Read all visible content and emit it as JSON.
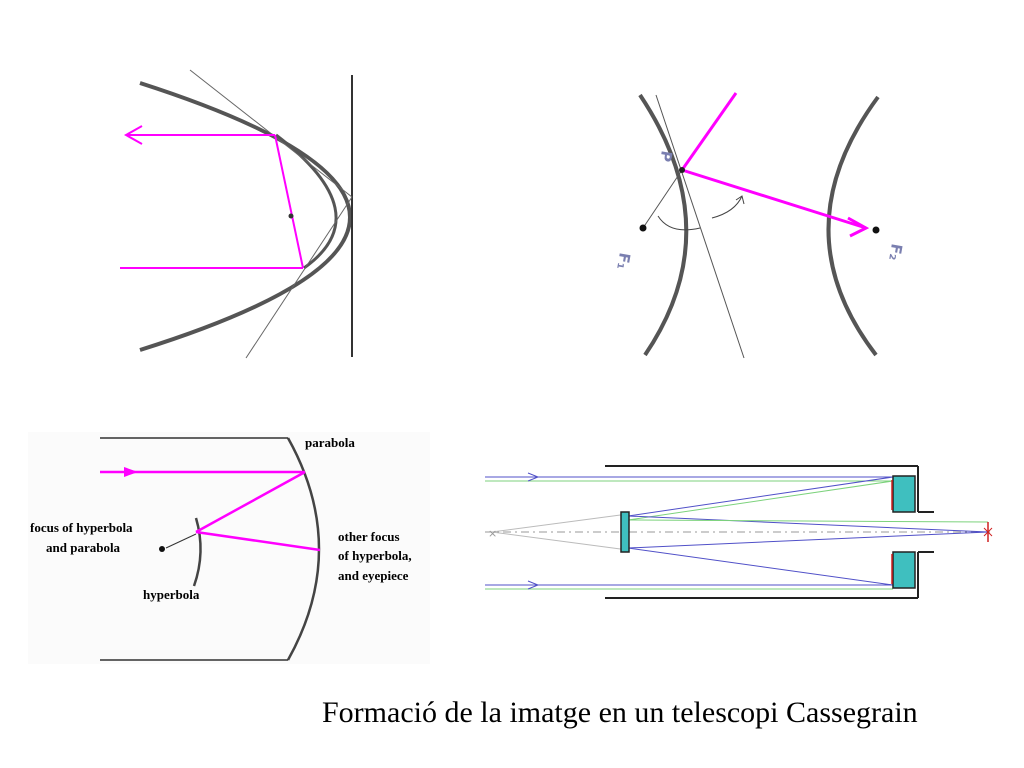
{
  "caption": "Formació de la imatge en un telescopi Cassegrain",
  "diagram_br": {
    "label_parabola": "parabola",
    "label_focus_line1": "focus of hyperbola",
    "label_focus_line2": "and parabola",
    "label_hyperbola": "hyperbola",
    "label_other_line1": "other focus",
    "label_other_line2": "of hyperbola,",
    "label_other_line3": "and eyepiece"
  },
  "diagram_hyperbola": {
    "label_p": "P",
    "label_f1": "F₁",
    "label_f2": "F₂"
  },
  "colors": {
    "ray": "#ff00ff",
    "curve": "#555555",
    "thin": "#555555",
    "telescope_ray_blue": "#5050c8",
    "telescope_ray_green": "#7cd27c",
    "mirror_fill": "#3fbfbf",
    "mirror_edge": "#d02020"
  }
}
